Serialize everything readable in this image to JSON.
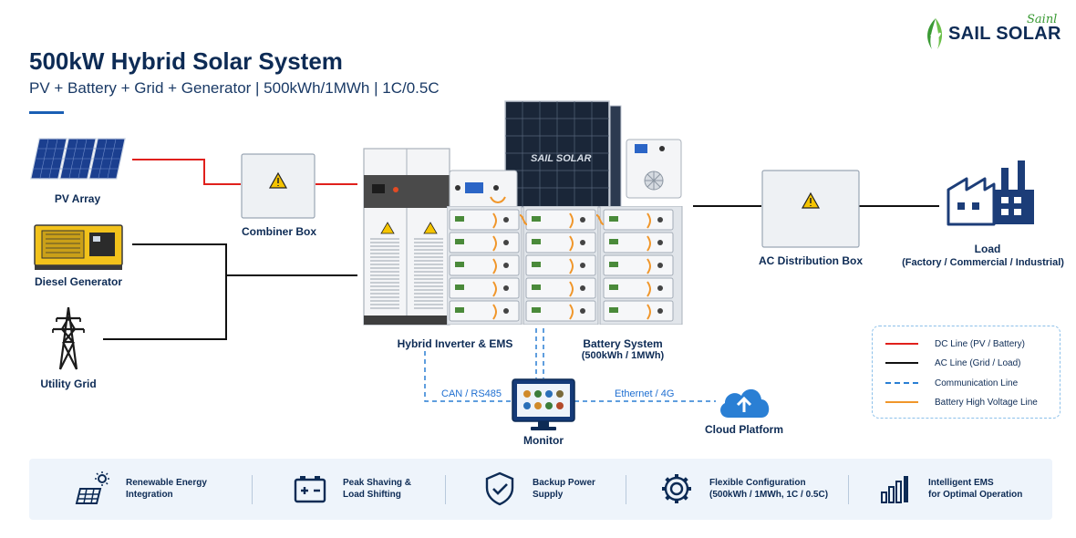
{
  "header": {
    "title": "500kW Hybrid Solar System",
    "subtitle": "PV + Battery + Grid + Generator  |  500kWh/1MWh | 1C/0.5C"
  },
  "logo": {
    "brand": "SAIL SOLAR",
    "script": "Sainl",
    "panel_brand": "SAIL SOLAR"
  },
  "components": {
    "pv_array": "PV Array",
    "diesel_generator": "Diesel Generator",
    "utility_grid": "Utility Grid",
    "combiner_box": "Combiner Box",
    "hybrid_inverter": "Hybrid Inverter & EMS",
    "battery_system": "Battery System",
    "battery_capacity": "(500kWh / 1MWh)",
    "ac_distribution_box": "AC Distribution Box",
    "load": "Load",
    "load_types": "(Factory / Commercial / Industrial)",
    "monitor": "Monitor",
    "cloud_platform": "Cloud Platform"
  },
  "comm_links": {
    "can": "CAN / RS485",
    "ethernet": "Ethernet / 4G"
  },
  "legend": [
    {
      "label": "DC Line (PV / Battery)",
      "color": "#e0201c",
      "style": "solid"
    },
    {
      "label": "AC Line (Grid / Load)",
      "color": "#111111",
      "style": "solid"
    },
    {
      "label": "Communication Line",
      "color": "#2a7fd4",
      "style": "dashed"
    },
    {
      "label": "Battery High Voltage Line",
      "color": "#f0962a",
      "style": "solid"
    }
  ],
  "features": [
    {
      "icon": "solar-panel-sun-icon",
      "text": "Renewable Energy\nIntegration"
    },
    {
      "icon": "battery-plus-icon",
      "text": "Peak Shaving &\nLoad Shifting"
    },
    {
      "icon": "shield-check-icon",
      "text": "Backup Power\nSupply"
    },
    {
      "icon": "gear-icon",
      "text": "Flexible Configuration\n(500kWh / 1MWh, 1C / 0.5C)"
    },
    {
      "icon": "bar-chart-icon",
      "text": "Intelligent EMS\nfor Optimal Operation"
    }
  ],
  "colors": {
    "dc": "#e0201c",
    "ac": "#111111",
    "comm": "#2a7fd4",
    "battery_hv": "#f0962a",
    "navy": "#0d2b55",
    "logo_green": "#3a9a34"
  }
}
